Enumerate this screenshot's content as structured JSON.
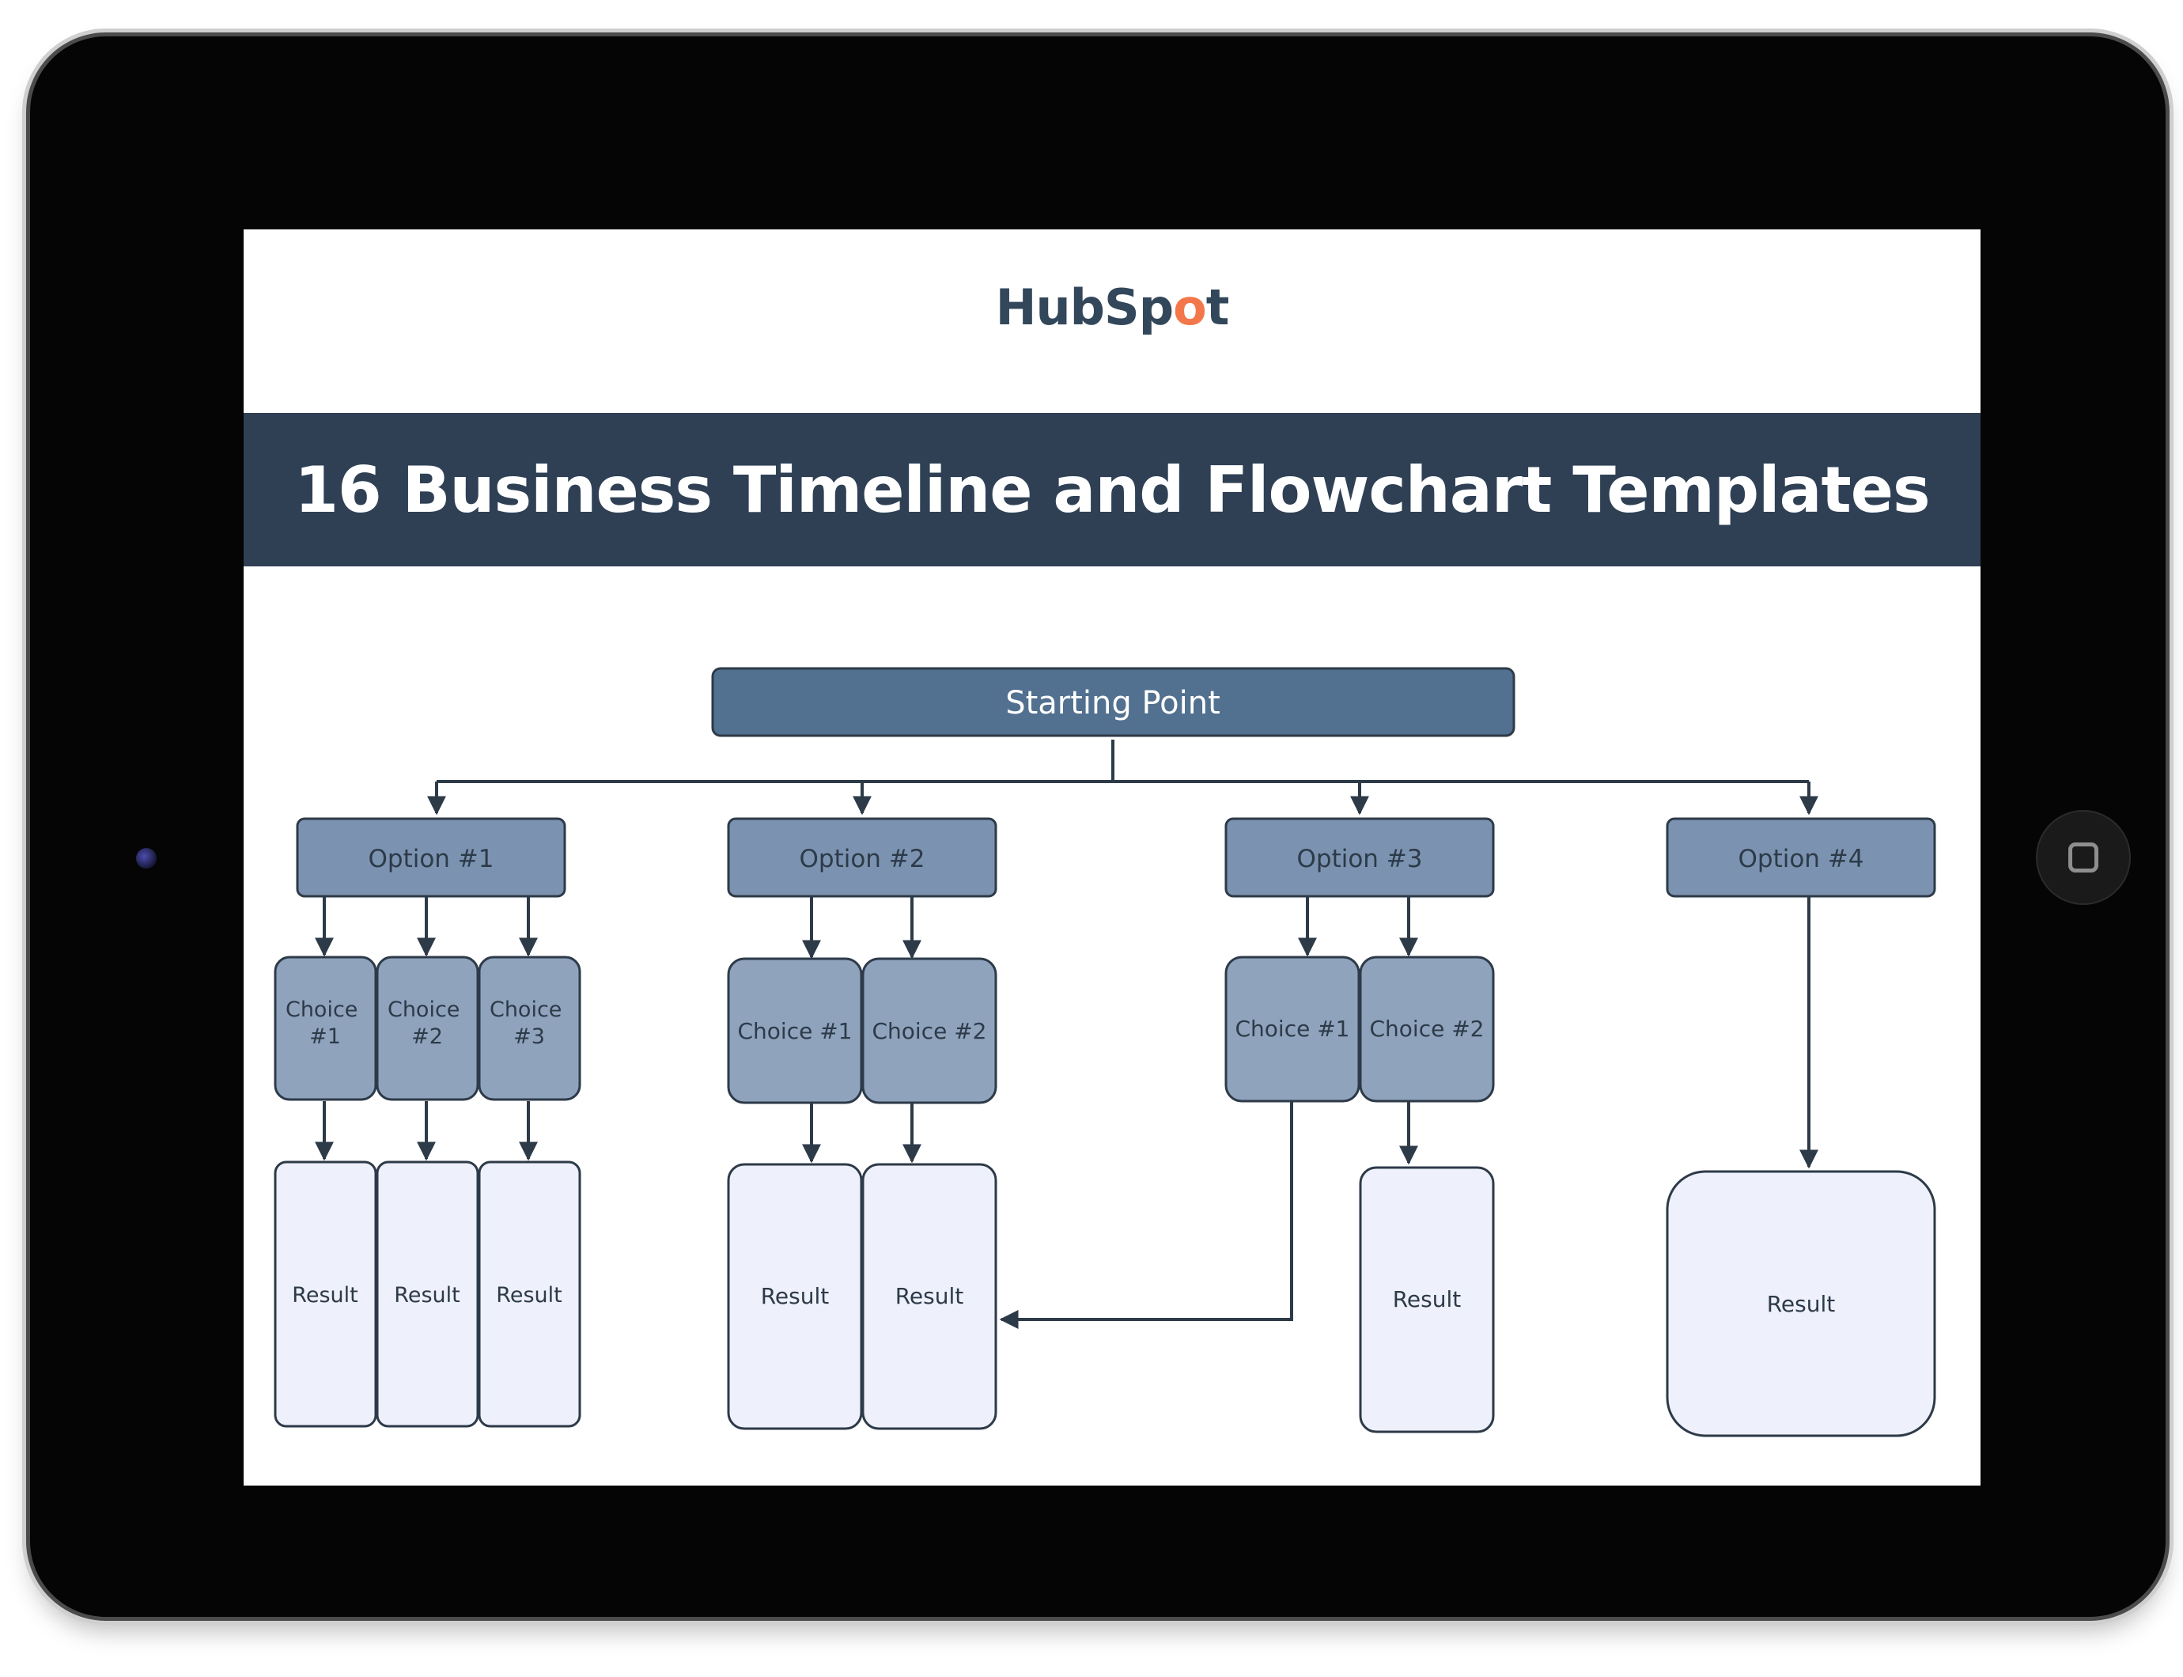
{
  "logo": {
    "text_pre": "HubSp",
    "sprocket": "o",
    "text_post": "t"
  },
  "banner": {
    "title": "16 Business Timeline and Flowchart Templates"
  },
  "diagram": {
    "start": "Starting Point",
    "options": [
      "Option #1",
      "Option #2",
      "Option #3",
      "Option #4"
    ],
    "choices": {
      "option1": [
        "Choice #1",
        "Choice #2",
        "Choice #3"
      ],
      "option2": [
        "Choice #1",
        "Choice #2"
      ],
      "option3": [
        "Choice #1",
        "Choice #2"
      ]
    },
    "result_label": "Result"
  },
  "colors": {
    "device": "#050505",
    "banner": "#2f4055",
    "start_node": "#52708f",
    "option_node": "#7b93b1",
    "choice_node": "#8fa3bd",
    "result_node": "#eef0fb",
    "connector": "#2d3a48",
    "logo_text": "#33475b",
    "logo_accent": "#f2774a"
  }
}
